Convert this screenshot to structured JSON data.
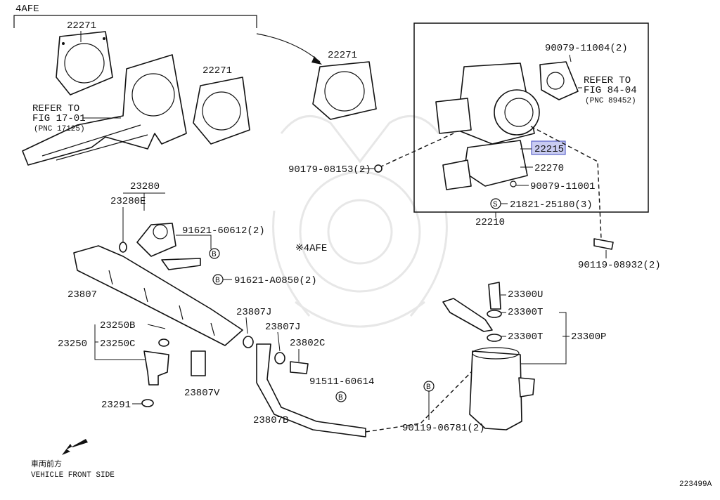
{
  "header": {
    "variant_label": "4AFE"
  },
  "highlight": {
    "part_number": "22215",
    "color": "#c9ccf2"
  },
  "labels": {
    "p22271_a": "22271",
    "p22271_b": "22271",
    "p22271_c": "22271",
    "refer_fig1": "REFER TO",
    "refer_fig1_b": "FIG 17-01",
    "refer_fig1_pnc": "(PNC 17125)",
    "p90079_top": "90079-11004(2)",
    "refer_fig2": "REFER TO",
    "refer_fig2_b": "FIG 84-04",
    "refer_fig2_pnc": "(PNC 89452)",
    "p22215": "22215",
    "p22270": "22270",
    "p90079_mid": "90079-11001",
    "p21821": "21821-25180(3)",
    "p22210": "22210",
    "p90179": "90179-08153(2)",
    "p90119_a": "90119-08932(2)",
    "p23280": "23280",
    "p23280e": "23280E",
    "p91621_a": "91621-60612(2)",
    "star_4afe": "※4AFE",
    "p91621_b": "91621-A0850(2)",
    "p23807": "23807",
    "p23807j_a": "23807J",
    "p23807j_b": "23807J",
    "p23802c": "23802C",
    "p23250b": "23250B",
    "p23250": "23250",
    "p23250c": "23250C",
    "p23807v": "23807V",
    "p91511": "91511-60614",
    "p23291": "23291",
    "p23807b": "23807B",
    "p90119_b": "90119-06781(2)",
    "p23300u": "23300U",
    "p23300t_a": "23300T",
    "p23300t_b": "23300T",
    "p23300p": "23300P",
    "front_jp": "車両前方",
    "front_en": "VEHICLE FRONT SIDE",
    "figure_id": "223499A"
  },
  "markers": {
    "b": "B",
    "s": "S"
  }
}
